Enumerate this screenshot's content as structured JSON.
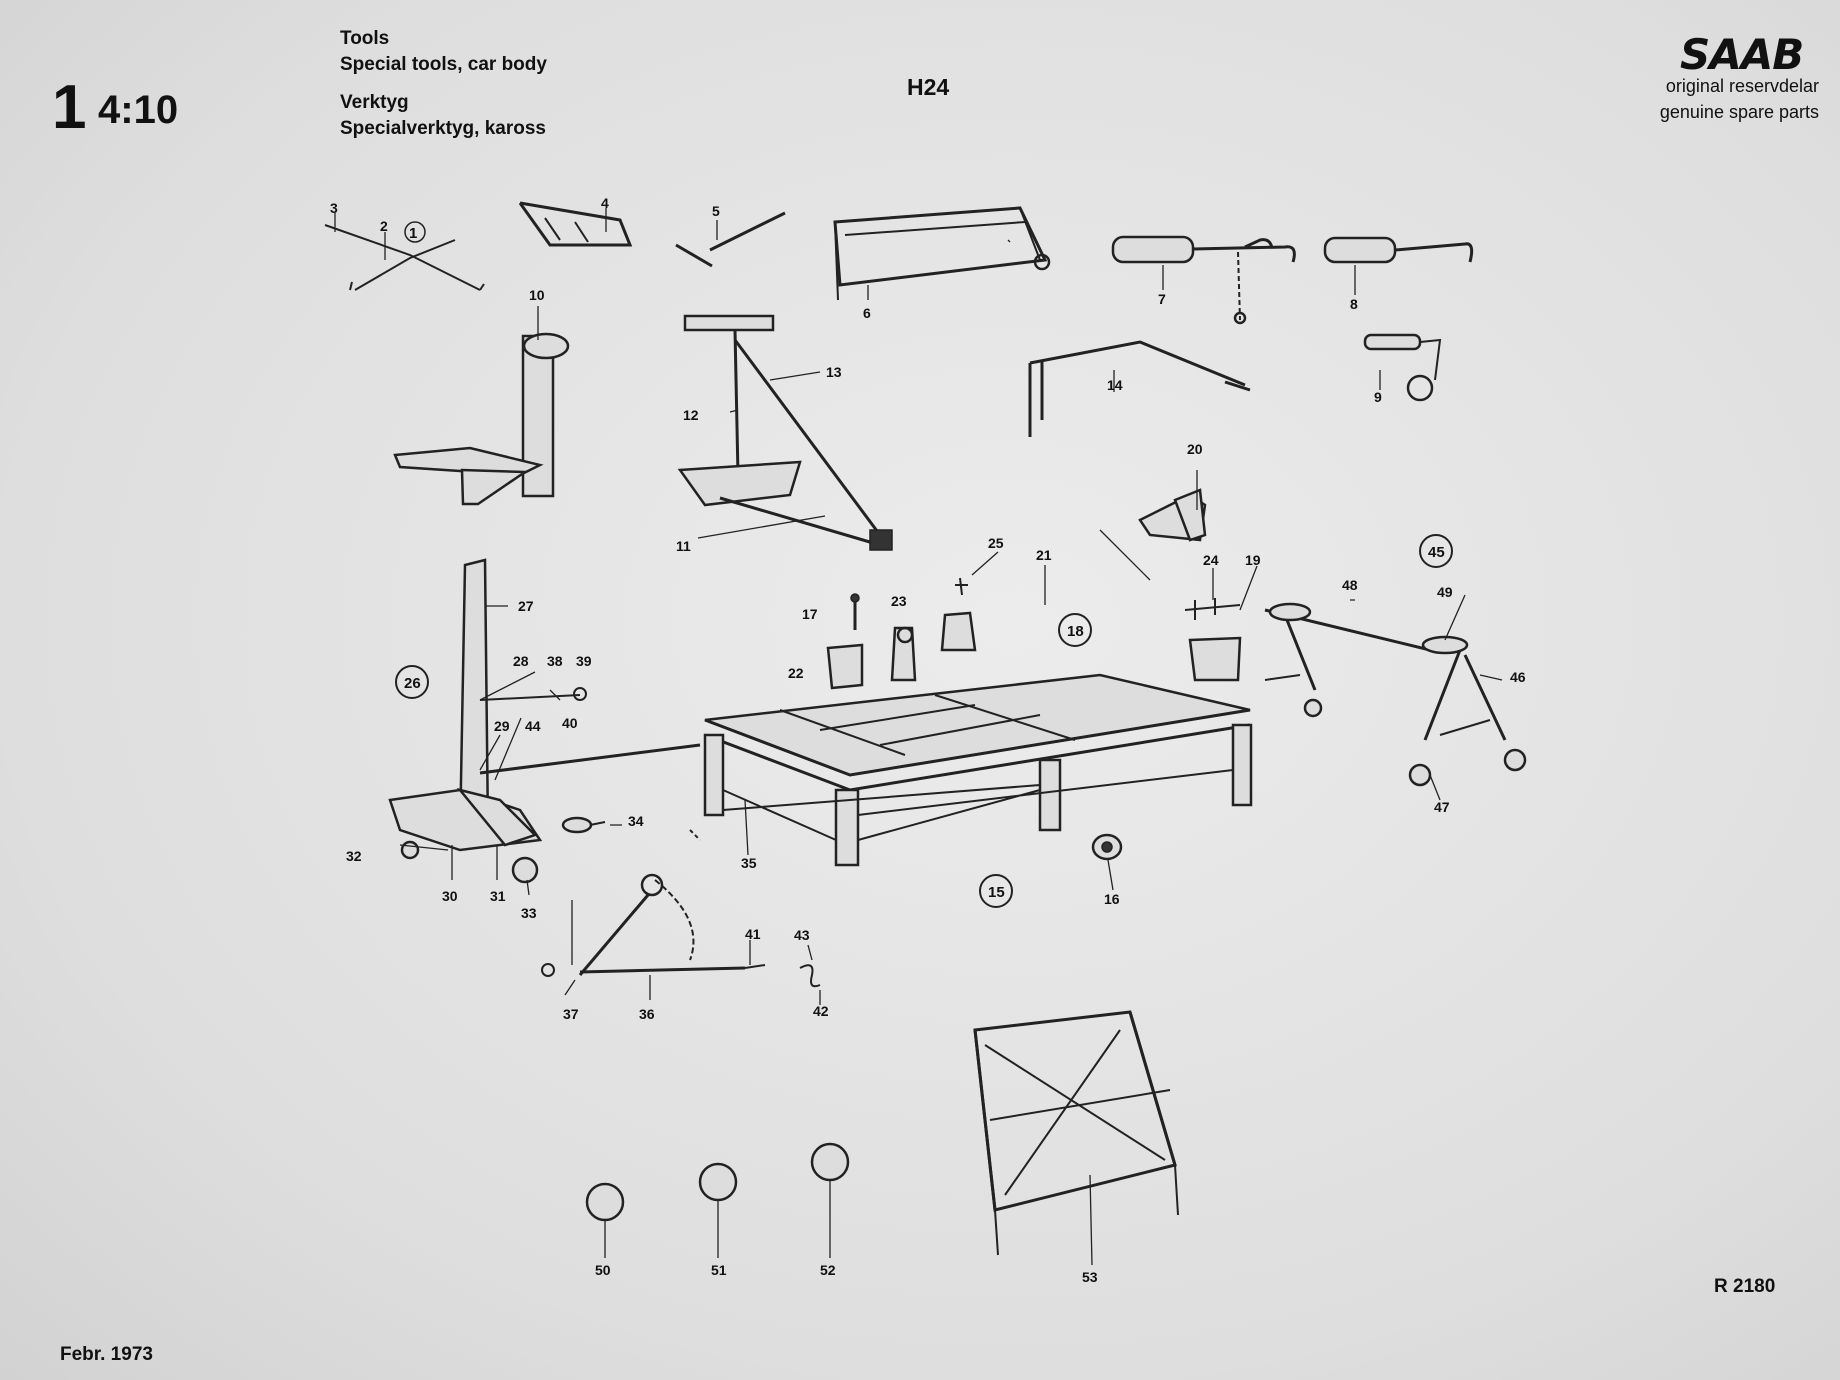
{
  "header": {
    "section_number": "1",
    "page_number": "4:10",
    "title_en": "Tools",
    "subtitle_en": "Special tools, car body",
    "title_sv": "Verktyg",
    "subtitle_sv": "Specialverktyg, kaross",
    "group_code": "H24"
  },
  "brand": {
    "logo_text": "SAAB",
    "line_sv": "original reservdelar",
    "line_en": "genuine spare parts"
  },
  "footer": {
    "date": "Febr. 1973",
    "reference": "R 2180"
  },
  "callouts": [
    "1",
    "2",
    "3",
    "4",
    "5",
    "6",
    "7",
    "8",
    "9",
    "10",
    "11",
    "12",
    "13",
    "14",
    "15",
    "16",
    "17",
    "18",
    "19",
    "20",
    "21",
    "22",
    "23",
    "24",
    "25",
    "26",
    "27",
    "28",
    "29",
    "30",
    "31",
    "32",
    "33",
    "34",
    "35",
    "36",
    "37",
    "38",
    "39",
    "40",
    "41",
    "42",
    "43",
    "44",
    "45",
    "46",
    "47",
    "48",
    "49",
    "50",
    "51",
    "52",
    "53"
  ],
  "circled_callouts": [
    "1",
    "15",
    "18",
    "26",
    "45"
  ]
}
